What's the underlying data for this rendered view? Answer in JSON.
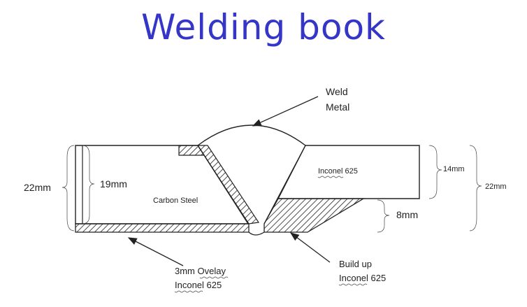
{
  "title": "Welding book",
  "colors": {
    "title": "#3535c8",
    "line": "#222222"
  },
  "labels": {
    "weld_metal_1": "Weld",
    "weld_metal_2": "Metal",
    "dim_22_left": "22mm",
    "dim_19": "19mm",
    "carbon_steel": "Carbon Steel",
    "inconel_625": "Inconel 625",
    "dim_14": "14mm",
    "dim_22_right": "22mm",
    "dim_8": "8mm",
    "overlay_1": "3mm Ovelay",
    "overlay_2": "Inconel 625",
    "buildup_1": "Build up",
    "buildup_2": "Inconel 625"
  }
}
